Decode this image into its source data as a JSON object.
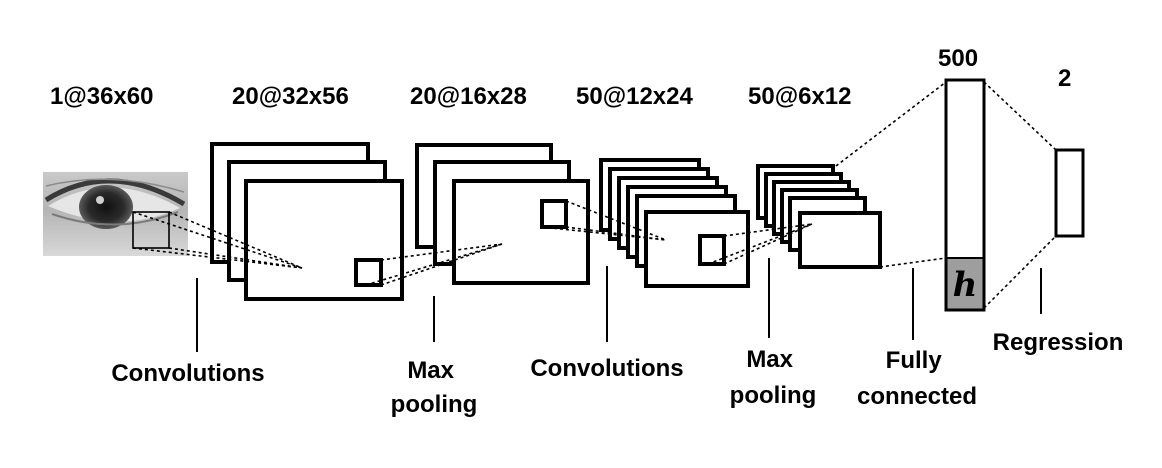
{
  "layers": [
    {
      "dims": "1@36x60"
    },
    {
      "dims": "20@32x56"
    },
    {
      "dims": "20@16x28"
    },
    {
      "dims": "50@12x24"
    },
    {
      "dims": "50@6x12"
    },
    {
      "dims": "500"
    },
    {
      "dims": "2"
    }
  ],
  "operations": {
    "convolutions_1": [
      "Convolutions"
    ],
    "max_pooling_1": [
      "Max",
      "pooling"
    ],
    "convolutions_2": [
      "Convolutions"
    ],
    "max_pooling_2": [
      "Max",
      "pooling"
    ],
    "fully_connected": [
      "Fully",
      "connected"
    ],
    "regression": [
      "Regression"
    ]
  },
  "fc_symbol": "h",
  "colors": {
    "stroke": "#000000",
    "fill": "#ffffff",
    "h_cell": "#9e9e9e"
  },
  "input_image": "eye-image"
}
